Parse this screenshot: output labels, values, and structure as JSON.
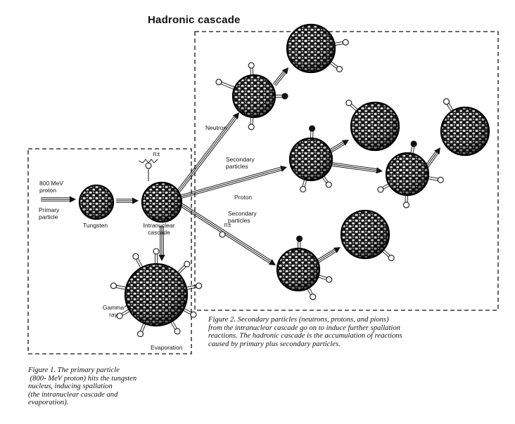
{
  "title": "Hadronic cascade",
  "labels": {
    "energy_line1": "800 MeV",
    "energy_line2": "proton",
    "primary_line1": "Primary",
    "primary_line2": "particle",
    "tungsten": "Tungsten",
    "intranuclear_line1": "Intranuclear",
    "intranuclear_line2": "cascade",
    "gamma_line1": "Gamma",
    "gamma_line2": "ray",
    "evaporation": "Evaporation",
    "neutron": "Neutron",
    "secondary1_line1": "Secondary",
    "secondary1_line2": "particles",
    "proton": "Proton",
    "secondary2_line1": "Secondary",
    "secondary2_line2": "particles",
    "pion_symbol": "π±"
  },
  "figure1_caption": [
    "Figure 1. The primary particle",
    " (800- MeV proton) hits the tungsten",
    "nucleus, inducing spallation",
    "(the intranuclear cascade and",
    "evaporation)."
  ],
  "figure2_caption": [
    "Figure 2. Secondary particles (neutrons, protons, and pions)",
    "from the intranuclear cascade go on to induce further spallation",
    "reactions. The hadronic cascade is the accumulation of reactions",
    "caused by primary plus secondary particles."
  ]
}
